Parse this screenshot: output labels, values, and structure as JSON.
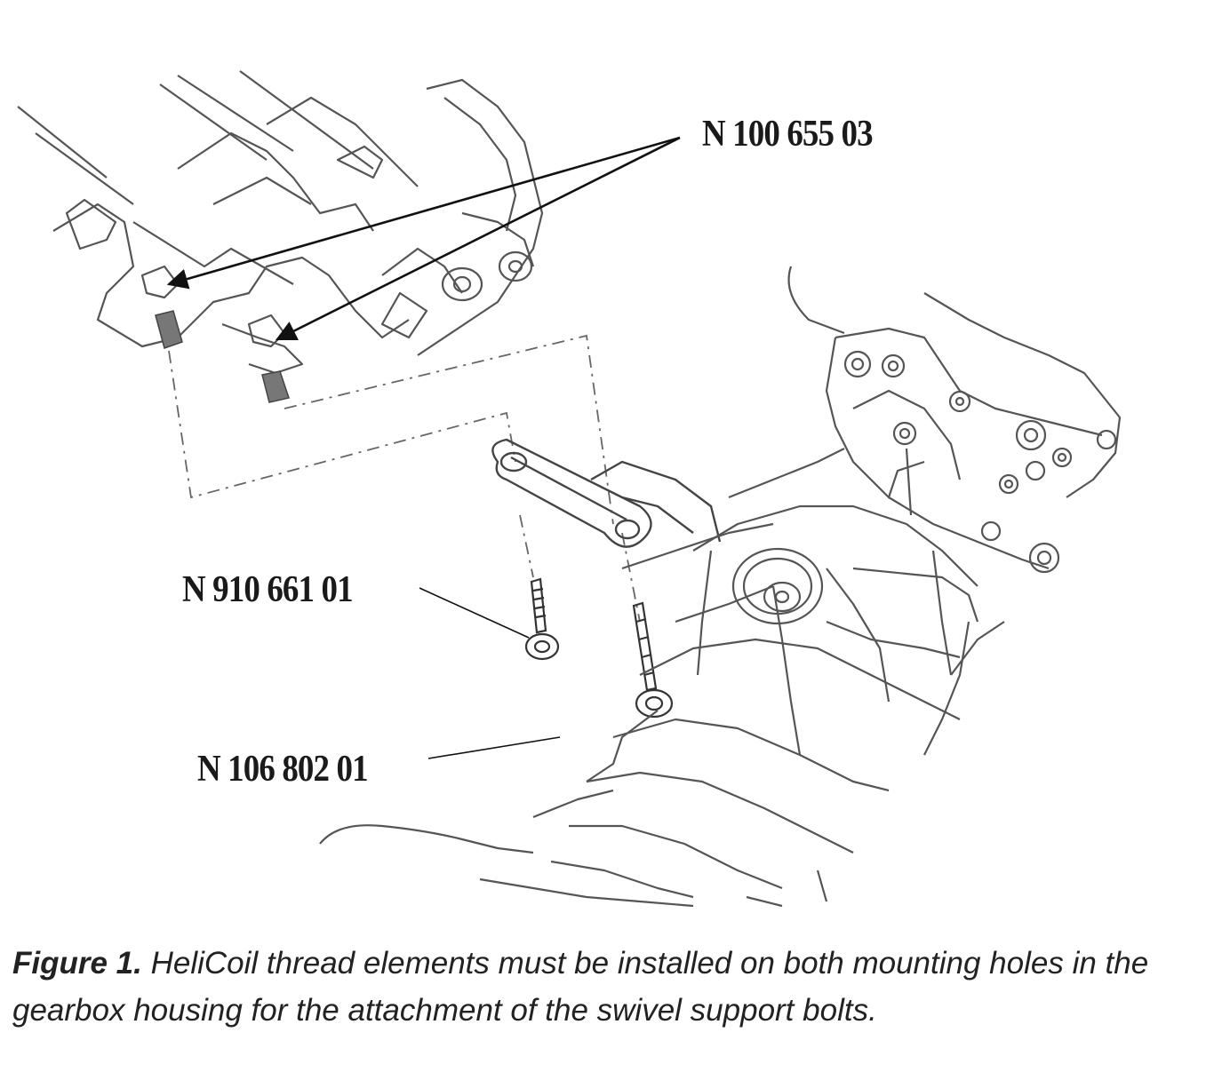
{
  "figure": {
    "callouts": {
      "part_top": "N 100 655 03",
      "part_middle": "N 910 661 01",
      "part_bottom": "N 106 802 01"
    },
    "caption": {
      "label": "Figure 1.",
      "text": " HeliCoil thread elements must be installed on both mounting holes in the gearbox housing for the attachment of the swivel support bolts."
    },
    "colors": {
      "ink": "#1a1a1a",
      "line": "#555555",
      "background": "#ffffff"
    }
  }
}
